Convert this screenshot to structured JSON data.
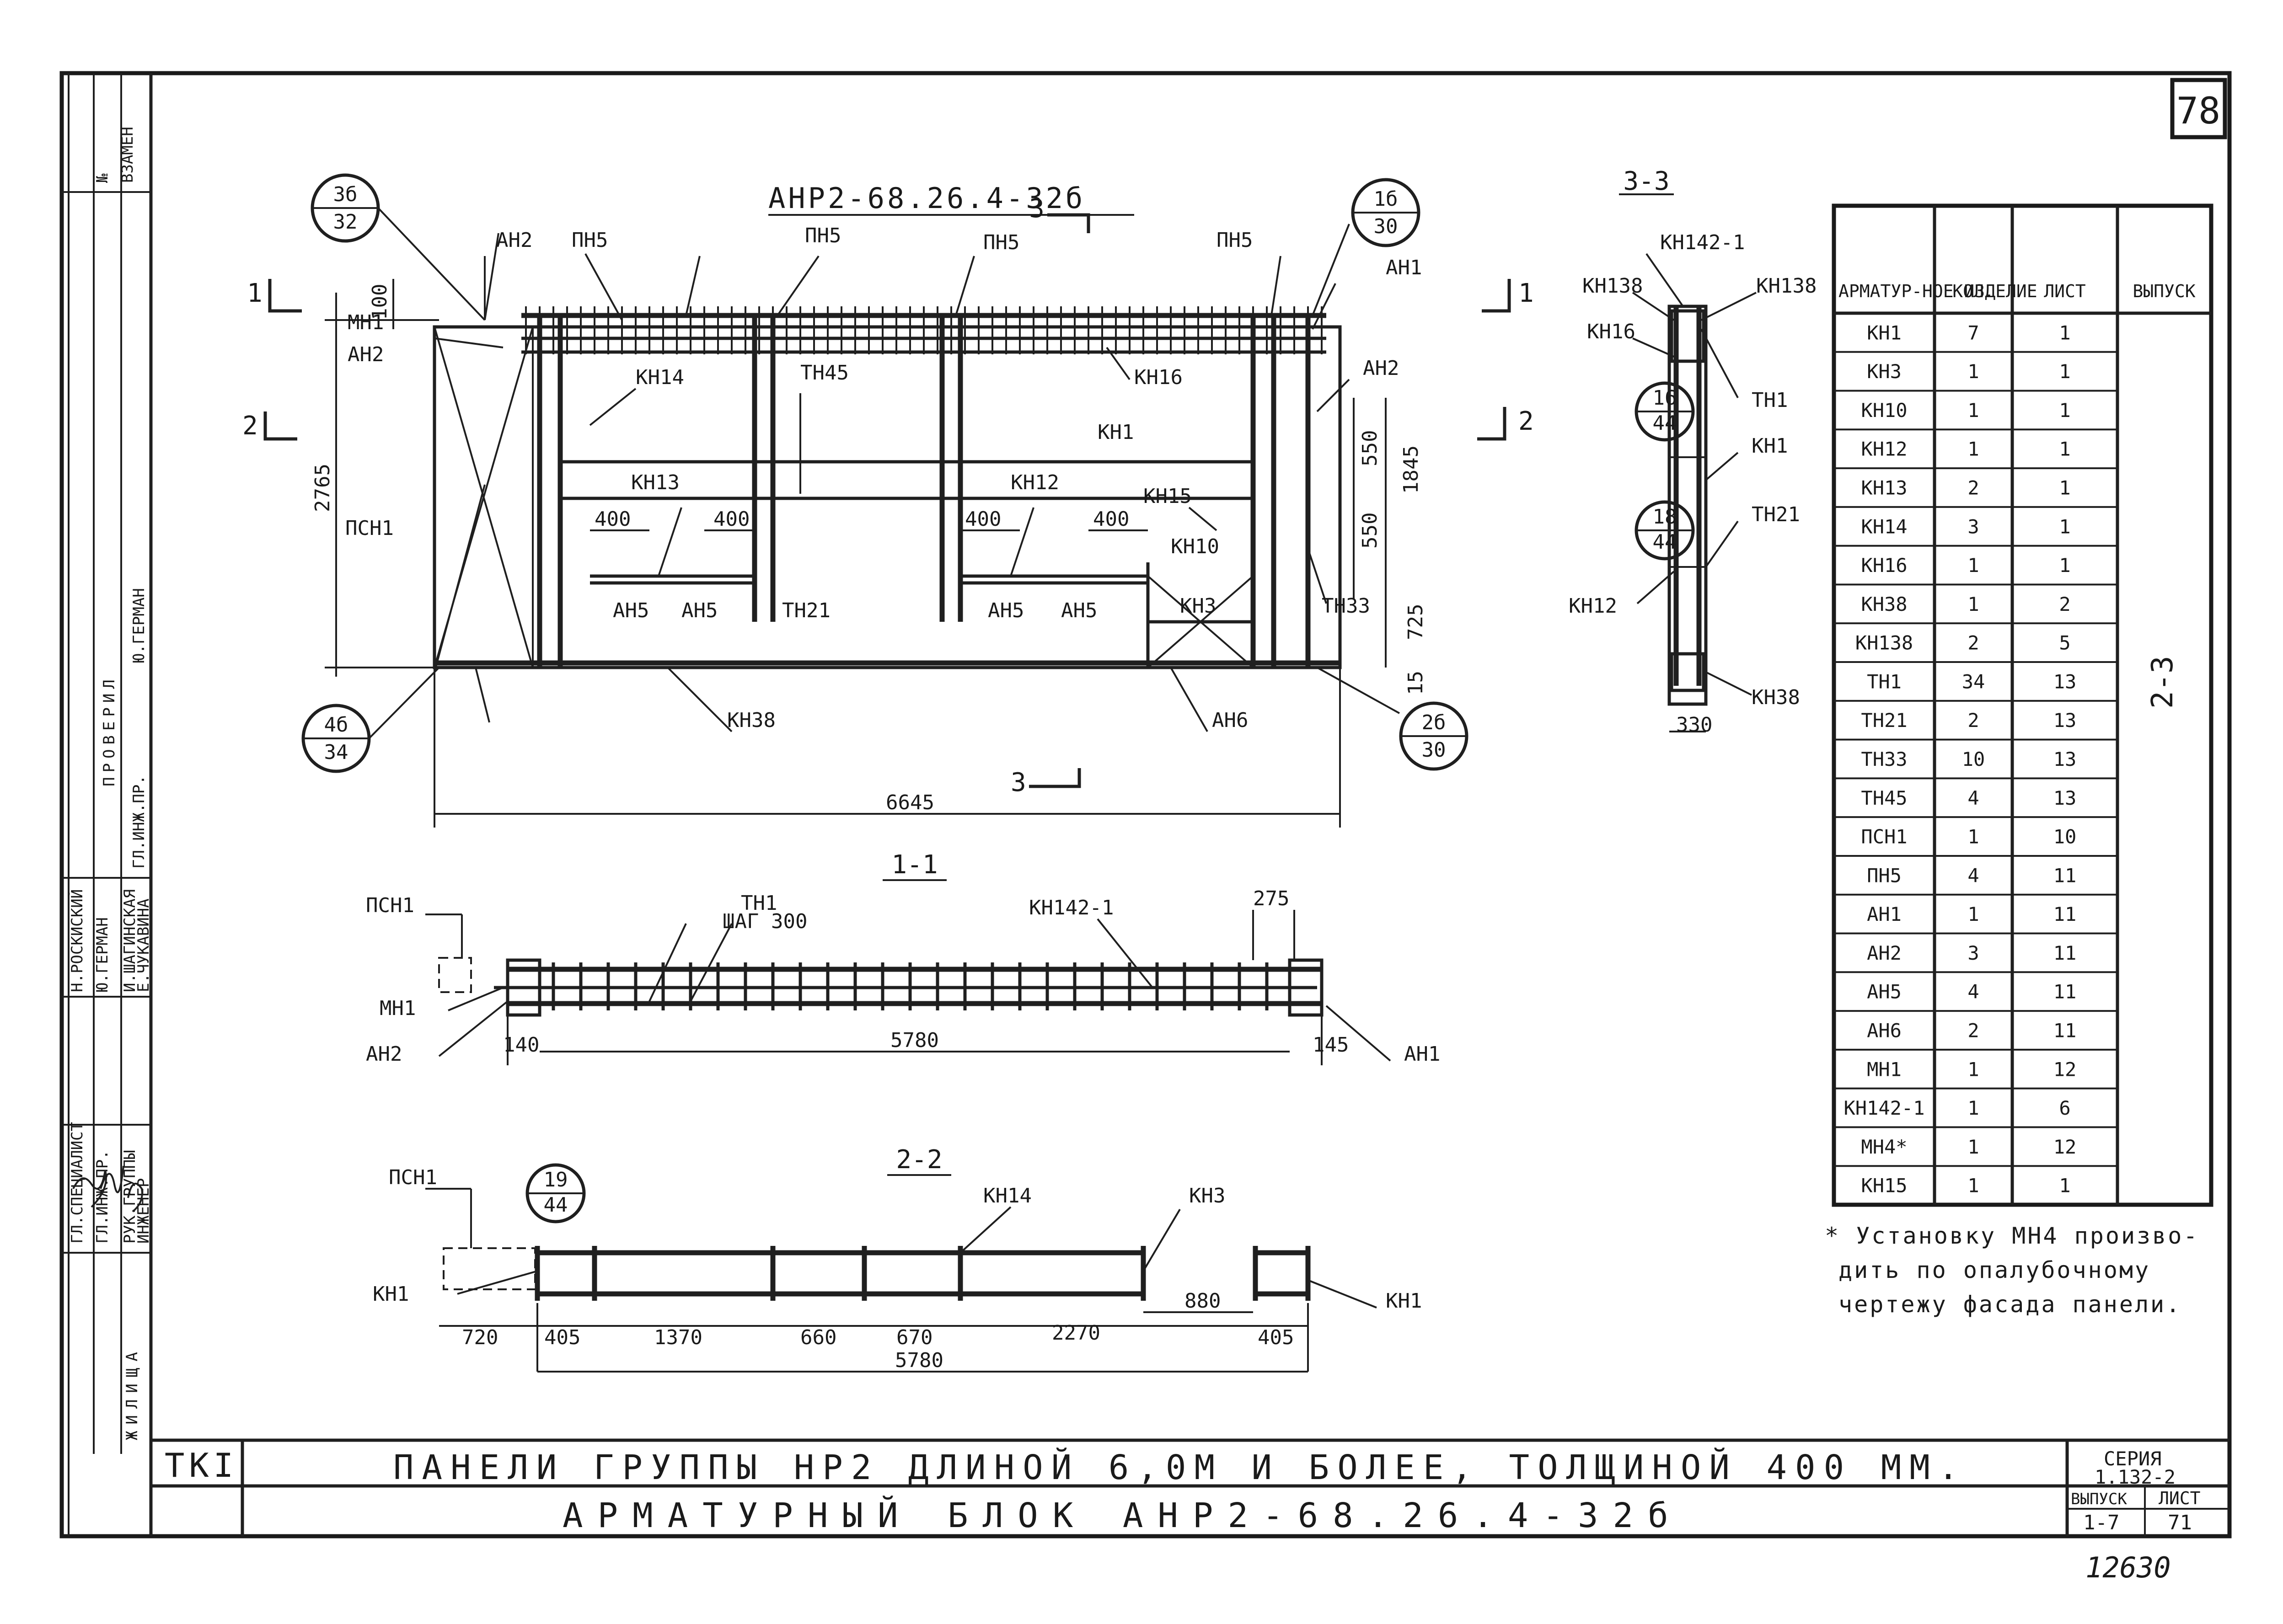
{
  "sheet_number": "78",
  "main_view": {
    "title": "АНР2-68.26.4-32б",
    "dims": {
      "height_total": "2765",
      "top": "100",
      "right_total": "1845",
      "right_a": "550",
      "right_b": "550",
      "bottom_a": "725",
      "bottom_b": "15",
      "length": "6645",
      "gap_left_a": "400",
      "gap_left_b": "400",
      "gap_right_a": "400",
      "gap_right_b": "400"
    },
    "callouts": {
      "top_left": {
        "top": "3б",
        "bottom": "32"
      },
      "top_right": {
        "top": "1б",
        "bottom": "30"
      },
      "bottom_left": {
        "top": "4б",
        "bottom": "34"
      },
      "bottom_right": {
        "top": "2б",
        "bottom": "30"
      }
    },
    "section_marks": {
      "one": "1",
      "two": "2",
      "three": "3"
    },
    "labels": {
      "an2_top": "АН2",
      "pn5_1": "ПН5",
      "pn5_2": "ПН5",
      "pn5_3": "ПН5",
      "pn5_4": "ПН5",
      "an1_top": "АН1",
      "mn1": "МН1",
      "an2_left": "АН2",
      "an2_right": "АН2",
      "kn14": "КН14",
      "tn45": "ТН45",
      "kn16": "КН16",
      "kn1": "КН1",
      "kn13": "КН13",
      "kn12": "КН12",
      "kn15": "КН15",
      "kn10": "КН10",
      "an5_1": "АН5",
      "an5_2": "АН5",
      "an5_3": "АН5",
      "an5_4": "АН5",
      "tn21": "ТН21",
      "kn3": "КН3",
      "tn33": "ТН33",
      "psn1": "ПСН1",
      "kn38": "КН38",
      "an6": "АН6"
    }
  },
  "section_33": {
    "title": "3-3",
    "callout_a": {
      "top": "16",
      "bottom": "44"
    },
    "callout_b": {
      "top": "18",
      "bottom": "44"
    },
    "width": "330",
    "labels": {
      "kn142": "КН142-1",
      "kn138_l": "КН138",
      "kn138_r": "КН138",
      "kn16": "КН16",
      "tn1": "ТН1",
      "kn1": "КН1",
      "tn21": "ТН21",
      "kn12": "КН12",
      "kn38": "КН38"
    }
  },
  "section_11": {
    "title": "1-1",
    "labels": {
      "psn1": "ПСН1",
      "tn1": "ТН1",
      "step": "ШАГ 300",
      "kn142": "КН142-1",
      "mn1": "МН1",
      "an2": "АН2",
      "an1": "АН1"
    },
    "dims": {
      "d275": "275",
      "d140": "140",
      "d5780": "5780",
      "d145": "145"
    }
  },
  "section_22": {
    "title": "2-2",
    "callout": {
      "top": "19",
      "bottom": "44"
    },
    "labels": {
      "psn1": "ПСН1",
      "kn14": "КН14",
      "kn3": "КН3",
      "kn1_l": "КН1",
      "kn1_r": "КН1"
    },
    "dims": [
      "720",
      "405",
      "1370",
      "660",
      "670",
      "2270",
      "405"
    ],
    "d880": "880",
    "total": "5780"
  },
  "table": {
    "headers": {
      "item": "АРМАТУР-НОЕ ИЗДЕЛИЕ",
      "qty": "КОЛ.",
      "sheet": "ЛИСТ",
      "issue": "ВЫПУСК"
    },
    "issue_value": "2-3",
    "rows": [
      {
        "item": "КН1",
        "qty": "7",
        "sheet": "1"
      },
      {
        "item": "КН3",
        "qty": "1",
        "sheet": "1"
      },
      {
        "item": "КН10",
        "qty": "1",
        "sheet": "1"
      },
      {
        "item": "КН12",
        "qty": "1",
        "sheet": "1"
      },
      {
        "item": "КН13",
        "qty": "2",
        "sheet": "1"
      },
      {
        "item": "КН14",
        "qty": "3",
        "sheet": "1"
      },
      {
        "item": "КН16",
        "qty": "1",
        "sheet": "1"
      },
      {
        "item": "КН38",
        "qty": "1",
        "sheet": "2"
      },
      {
        "item": "КН138",
        "qty": "2",
        "sheet": "5"
      },
      {
        "item": "ТН1",
        "qty": "34",
        "sheet": "13"
      },
      {
        "item": "ТН21",
        "qty": "2",
        "sheet": "13"
      },
      {
        "item": "ТН33",
        "qty": "10",
        "sheet": "13"
      },
      {
        "item": "ТН45",
        "qty": "4",
        "sheet": "13"
      },
      {
        "item": "ПСН1",
        "qty": "1",
        "sheet": "10"
      },
      {
        "item": "ПН5",
        "qty": "4",
        "sheet": "11"
      },
      {
        "item": "АН1",
        "qty": "1",
        "sheet": "11"
      },
      {
        "item": "АН2",
        "qty": "3",
        "sheet": "11"
      },
      {
        "item": "АН5",
        "qty": "4",
        "sheet": "11"
      },
      {
        "item": "АН6",
        "qty": "2",
        "sheet": "11"
      },
      {
        "item": "МН1",
        "qty": "1",
        "sheet": "12"
      },
      {
        "item": "КН142-1",
        "qty": "1",
        "sheet": "6"
      },
      {
        "item": "МН4*",
        "qty": "1",
        "sheet": "12"
      },
      {
        "item": "КН15",
        "qty": "1",
        "sheet": "1"
      }
    ],
    "note_lines": [
      "* Установку МН4 произво-",
      "дить по опалубочному",
      "чертежу фасада панели."
    ]
  },
  "title_block": {
    "org": "ТКI",
    "line1": "ПАНЕЛИ ГРУППЫ НР2 ДЛИНОЙ 6,0М И БОЛЕЕ, ТОЛЩИНОЙ 400 ММ.",
    "line2": "АРМАТУРНЫЙ БЛОК АНР2-68.26.4-32б",
    "series_label": "СЕРИЯ",
    "series_value": "1.132-2",
    "issue_label": "ВЫПУСК",
    "issue_value": "1-7",
    "sheet_label": "ЛИСТ",
    "sheet_value": "71",
    "archive_number": "12630"
  },
  "side_stamp": {
    "org": "ЖИЛИЩА",
    "check": "ПРОВЕРИЛ",
    "vzamen": "ВЗАМЕН",
    "no": "№",
    "roles": [
      "ГЛ.ИНЖ.ПР.",
      "РУК.ГРУППЫ",
      "ИНЖЕНЕР"
    ],
    "head_role": "ГЛ.СПЕЦИАЛИСТ",
    "names": [
      "Н.РОСКИСКИЙ",
      "Ю.ГЕРМАН",
      "И.ШАГИНСКАЯ",
      "Е.ЧУКАВИНА"
    ],
    "check_role": "ГЛ.ИНЖ.ПР.",
    "check_name": "Ю.ГЕРМАН"
  }
}
